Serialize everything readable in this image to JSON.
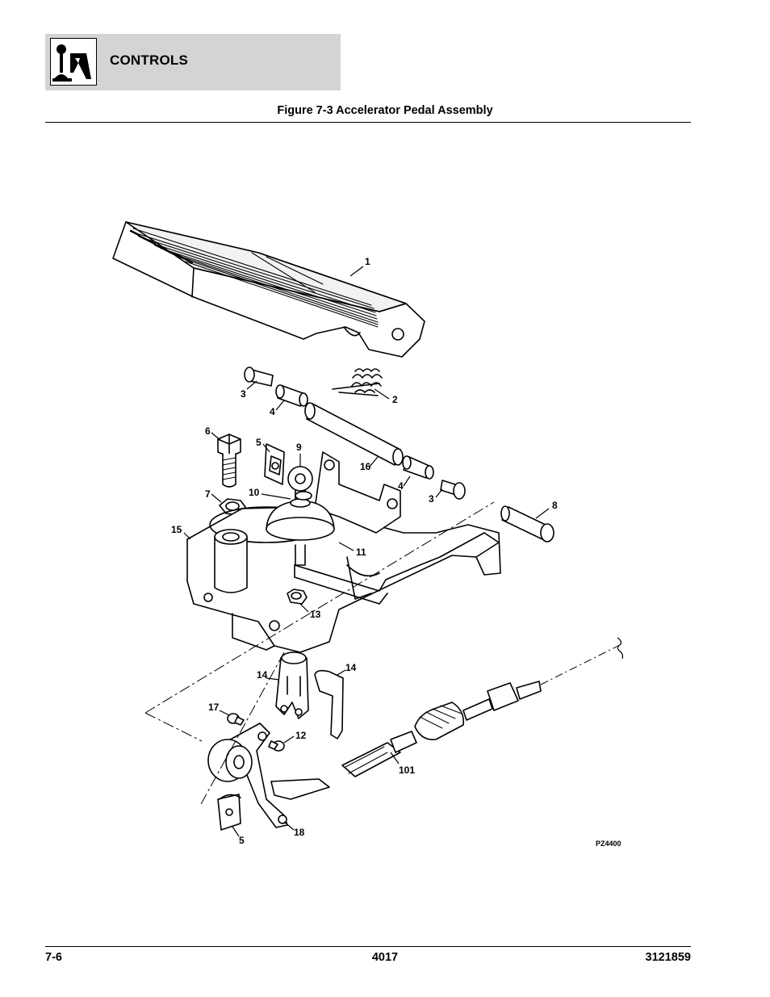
{
  "header": {
    "section_title": "CONTROLS",
    "logo_icon": "joystick-control-icon"
  },
  "figure": {
    "caption": "Figure 7-3 Accelerator Pedal Assembly",
    "drawing_code": "PZ4400",
    "callouts": [
      {
        "id": "c1",
        "label": "1"
      },
      {
        "id": "c2",
        "label": "2"
      },
      {
        "id": "c3a",
        "label": "3"
      },
      {
        "id": "c4a",
        "label": "4"
      },
      {
        "id": "c6",
        "label": "6"
      },
      {
        "id": "c5a",
        "label": "5"
      },
      {
        "id": "c9",
        "label": "9"
      },
      {
        "id": "c16",
        "label": "16"
      },
      {
        "id": "c4b",
        "label": "4"
      },
      {
        "id": "c3b",
        "label": "3"
      },
      {
        "id": "c8",
        "label": "8"
      },
      {
        "id": "c7",
        "label": "7"
      },
      {
        "id": "c10",
        "label": "10"
      },
      {
        "id": "c15",
        "label": "15"
      },
      {
        "id": "c11",
        "label": "11"
      },
      {
        "id": "c13",
        "label": "13"
      },
      {
        "id": "c14a",
        "label": "14"
      },
      {
        "id": "c14b",
        "label": "14"
      },
      {
        "id": "c17",
        "label": "17"
      },
      {
        "id": "c12",
        "label": "12"
      },
      {
        "id": "c101",
        "label": "101"
      },
      {
        "id": "c18",
        "label": "18"
      },
      {
        "id": "c5b",
        "label": "5"
      }
    ]
  },
  "footer": {
    "page_number": "7-6",
    "model": "4017",
    "doc_number": "3121859"
  }
}
